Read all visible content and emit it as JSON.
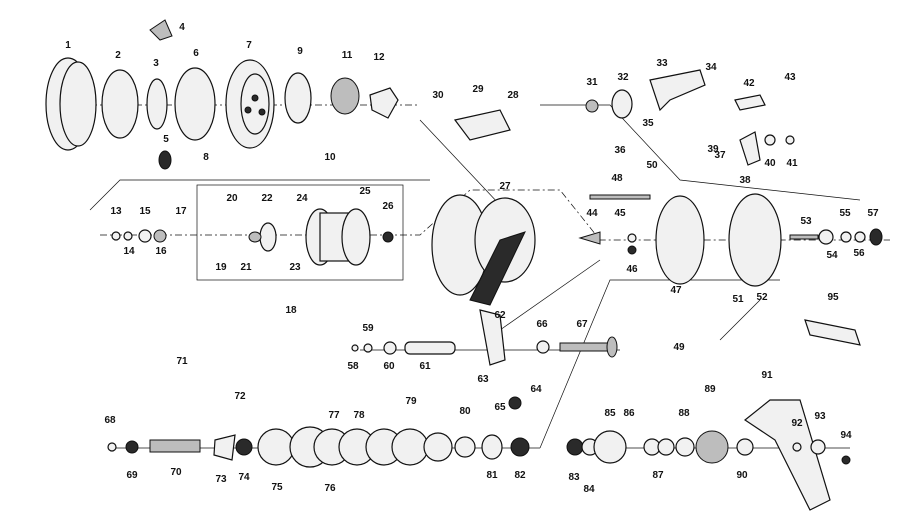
{
  "diagram": {
    "labels": [
      "1",
      "2",
      "3",
      "4",
      "5",
      "6",
      "7",
      "8",
      "9",
      "10",
      "11",
      "12",
      "13",
      "14",
      "15",
      "16",
      "17",
      "18",
      "19",
      "20",
      "21",
      "22",
      "23",
      "24",
      "25",
      "26",
      "27",
      "28",
      "29",
      "30",
      "31",
      "32",
      "33",
      "34",
      "35",
      "36",
      "37",
      "38",
      "39",
      "40",
      "41",
      "42",
      "43",
      "44",
      "45",
      "46",
      "47",
      "48",
      "49",
      "50",
      "51",
      "52",
      "53",
      "54",
      "55",
      "56",
      "57",
      "58",
      "59",
      "60",
      "61",
      "62",
      "63",
      "64",
      "65",
      "66",
      "67",
      "68",
      "69",
      "70",
      "71",
      "72",
      "73",
      "74",
      "75",
      "76",
      "77",
      "78",
      "79",
      "80",
      "81",
      "82",
      "83",
      "84",
      "85",
      "86",
      "87",
      "88",
      "89",
      "90",
      "91",
      "92",
      "93",
      "94",
      "95"
    ]
  }
}
